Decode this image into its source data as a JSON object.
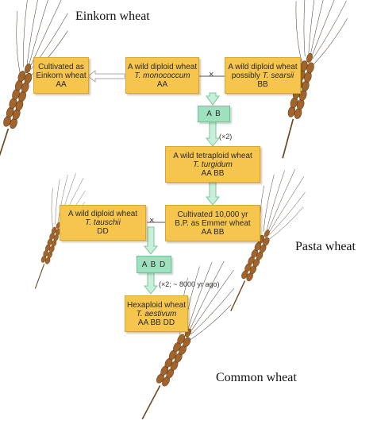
{
  "titles": {
    "einkorn": "Einkorn wheat",
    "pasta": "Pasta wheat",
    "common": "Common wheat"
  },
  "boxes": {
    "cultivated_einkorn": {
      "line1": "Cultivated as",
      "line2": "Einkorn wheat",
      "genome": "AA"
    },
    "diploid_monococcum": {
      "line1": "A wild diploid wheat",
      "species": "T. monococcum",
      "genome": "AA"
    },
    "diploid_searsii": {
      "line1": "A wild diploid wheat",
      "prefix": "possibly ",
      "species": "T. searsii",
      "genome": "BB"
    },
    "tetraploid_turgidum": {
      "line1": "A wild tetraploid wheat",
      "species": "T. turgidum",
      "genome": "AA BB"
    },
    "diploid_tauschii": {
      "line1": "A wild diploid wheat",
      "species": "T. tauschii",
      "genome": "DD"
    },
    "cultivated_emmer": {
      "line1": "Cultivated 10,000 yr",
      "line2": "B.P. as Emmer wheat",
      "genome": "AA BB"
    },
    "hexaploid_aestivum": {
      "line1": "Hexaploid wheat",
      "species": "T. aestivum",
      "genome": "AA BB DD"
    }
  },
  "hybrids": {
    "ab": "A B",
    "abd": "A B D"
  },
  "notes": {
    "doubling_1": "(×2)",
    "doubling_2": "(×2; ~ 8000 yr ago)"
  },
  "cross_symbol": "×",
  "colors": {
    "box_fill": "#f6c54e",
    "box_border": "#d9a531",
    "hybrid_fill": "#9fe0bf",
    "arrow_outline": "#7cc49e",
    "arrow_fill": "#c8efd9",
    "wheat_grain": "#a0642c",
    "wheat_awn": "#4a3a2a"
  },
  "icons": [
    "wheat-ear-icon"
  ]
}
